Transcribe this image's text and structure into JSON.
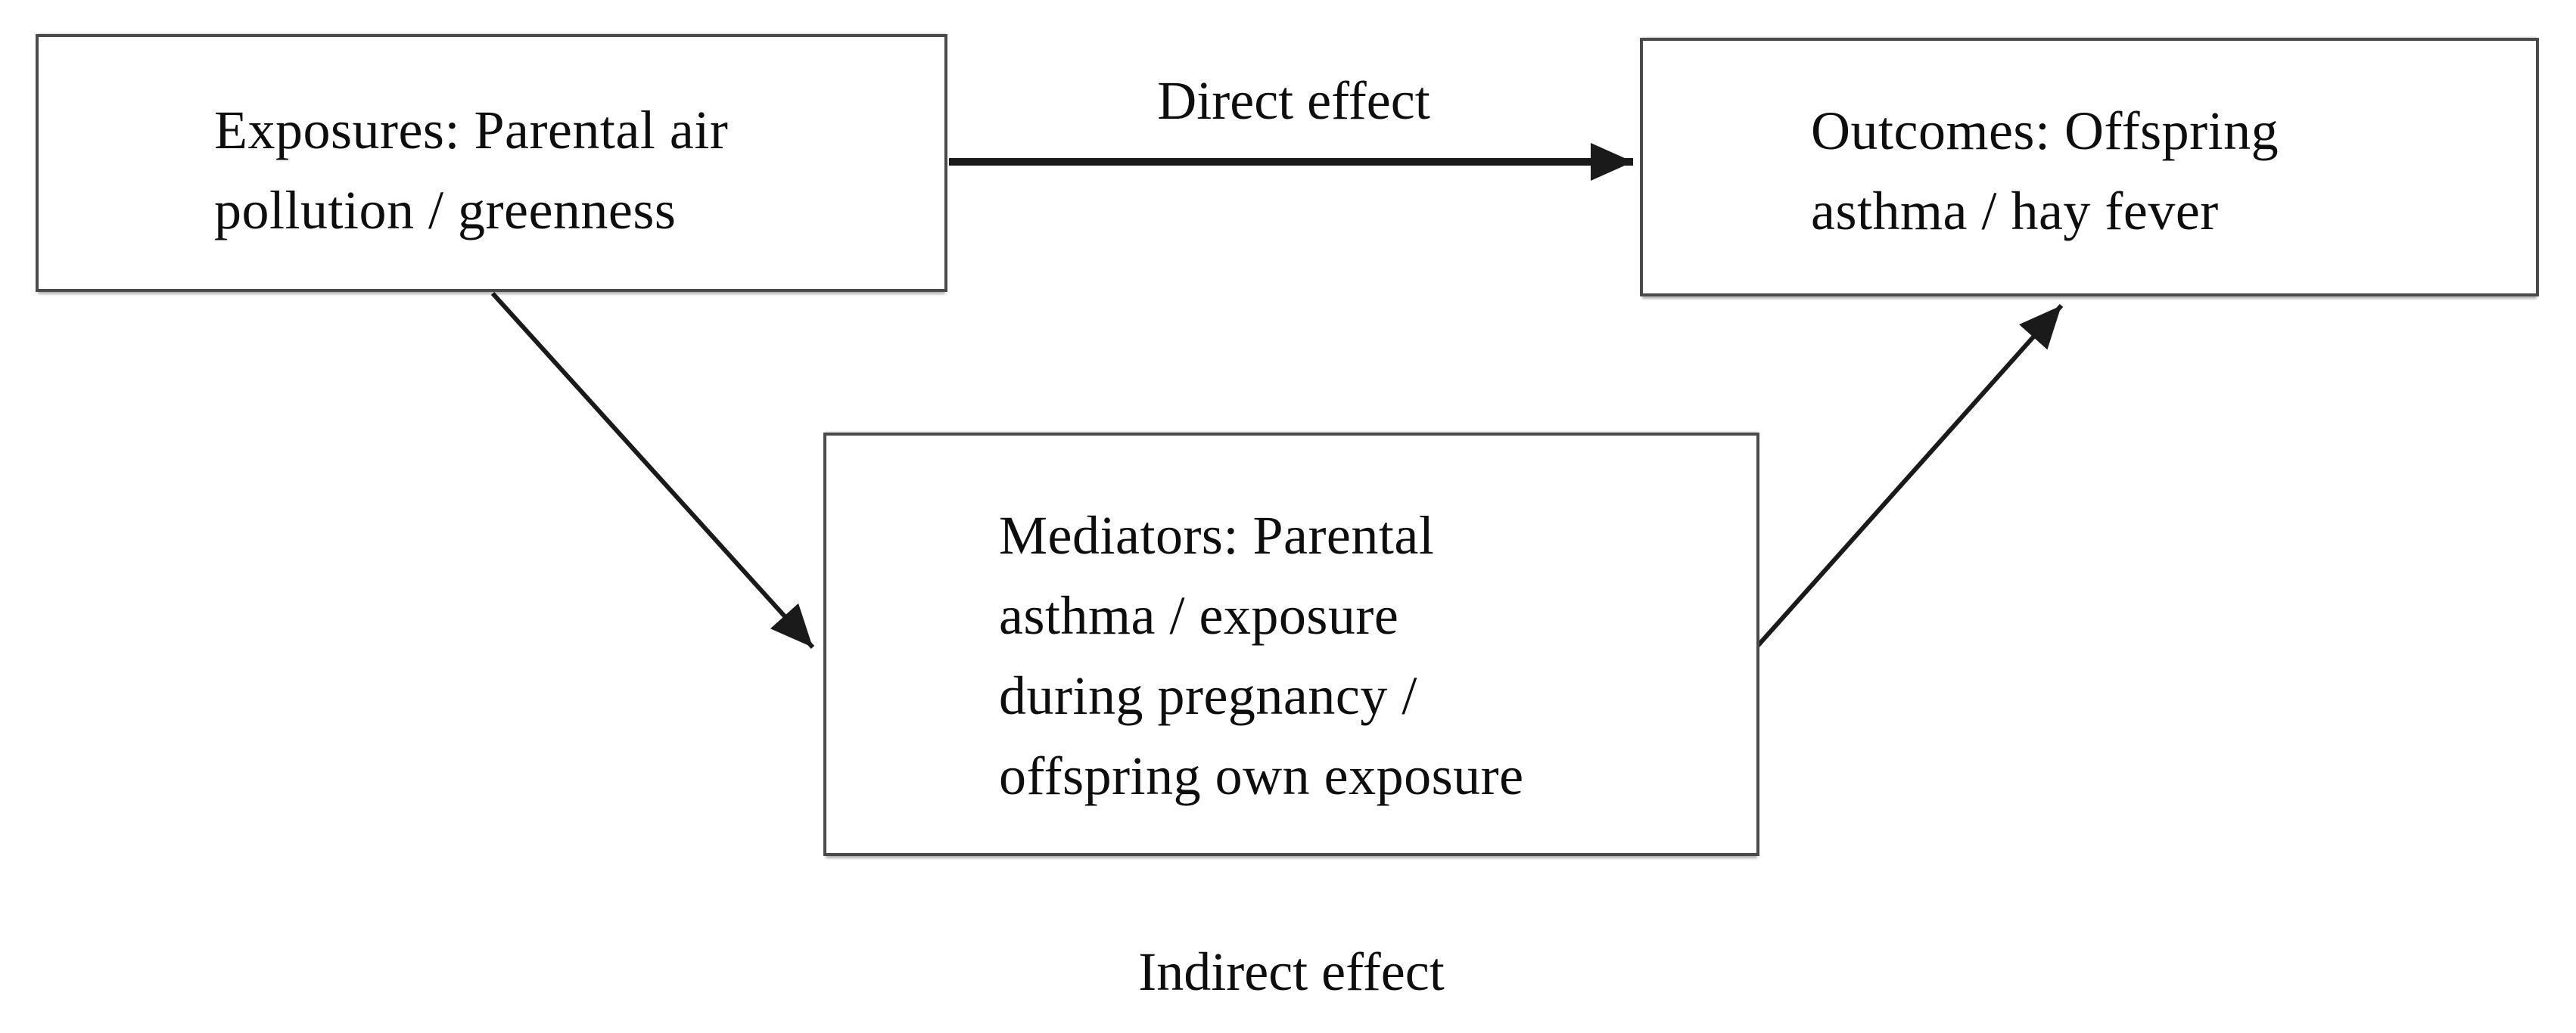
{
  "figure": {
    "background_color": "#ffffff",
    "text_color": "#0e0e0e",
    "line_color": "#1a1a1a",
    "box_border_color": "#4a4a4a",
    "boxes": {
      "exposures": {
        "label": "Exposures: Parental air pollution / greenness",
        "lines": [
          "Exposures: Parental air",
          "pollution / greenness"
        ]
      },
      "outcomes": {
        "label": "Outcomes: Offspring asthma / hay fever",
        "lines": [
          "Outcomes: Offspring",
          "asthma / hay fever"
        ]
      },
      "mediators": {
        "label": "Mediators: Parental asthma / exposure during pregnancy / offspring own exposure",
        "lines": [
          "Mediators: Parental",
          "asthma / exposure",
          "during pregnancy /",
          "offspring own exposure"
        ]
      }
    },
    "labels": {
      "direct_effect": "Direct effect",
      "indirect_effect": "Indirect effect"
    }
  }
}
